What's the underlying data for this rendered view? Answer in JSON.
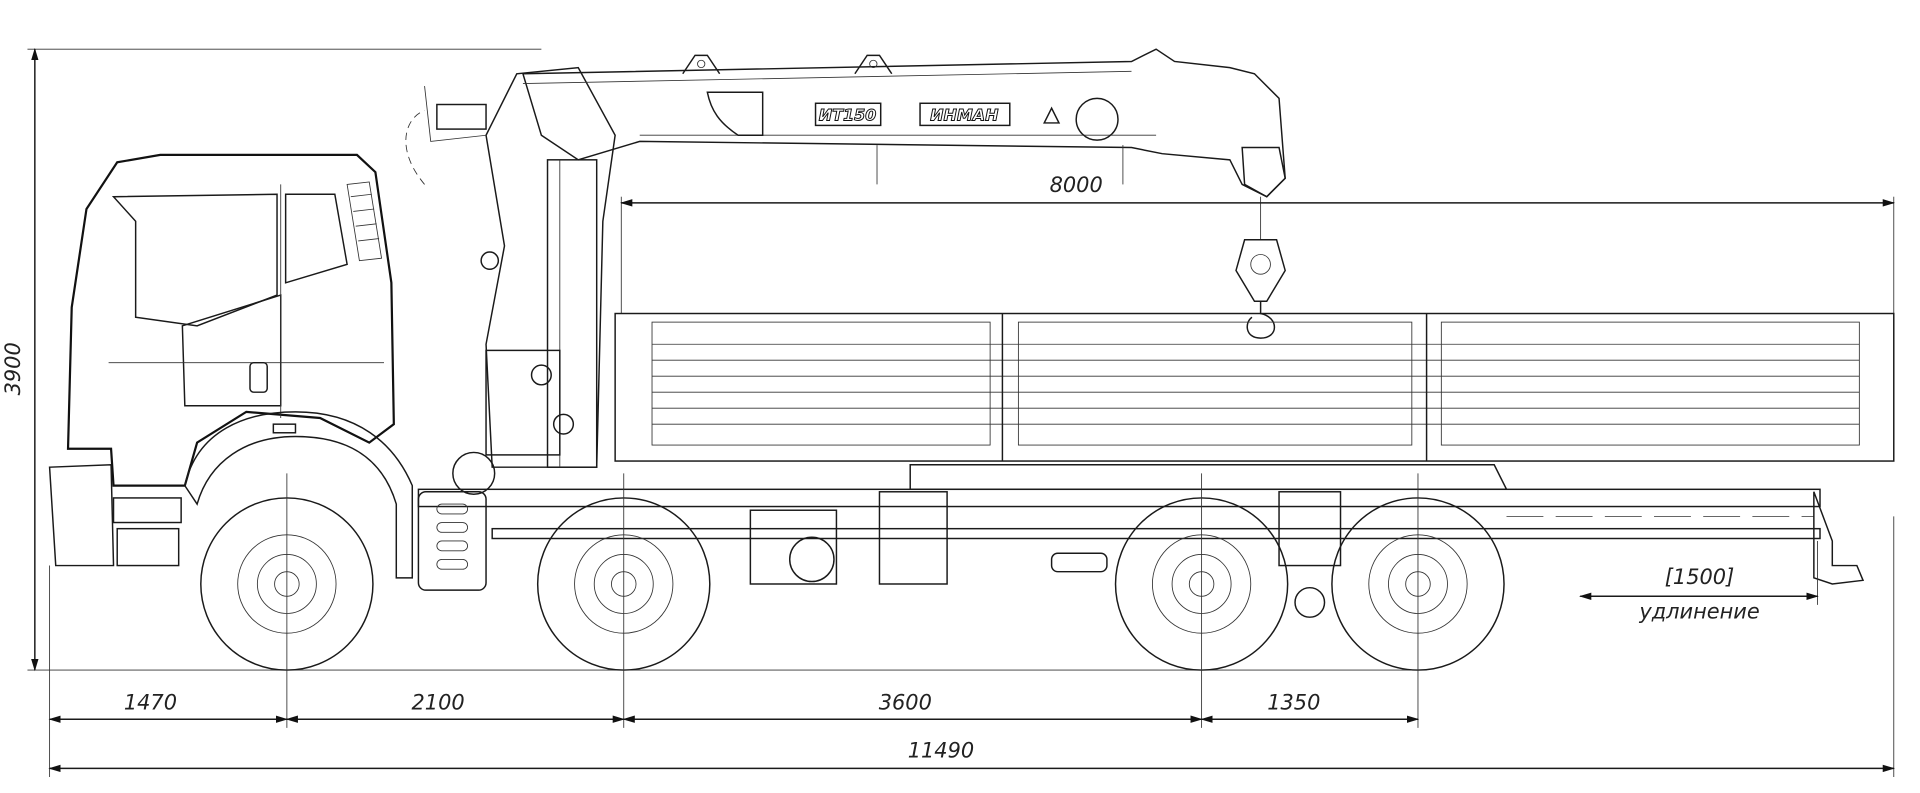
{
  "drawing": {
    "title": "Side view of truck with crane manipulator",
    "crane_labels": {
      "model": "ИТ150",
      "brand": "ИНМАН"
    },
    "dimensions": {
      "height": "3900",
      "platform_length": "8000",
      "front_overhang": "1470",
      "wheelbase_1": "2100",
      "wheelbase_2": "3600",
      "wheelbase_3": "1350",
      "overall_length": "11490",
      "extension": "[1500]",
      "extension_label": "удлинение"
    }
  }
}
